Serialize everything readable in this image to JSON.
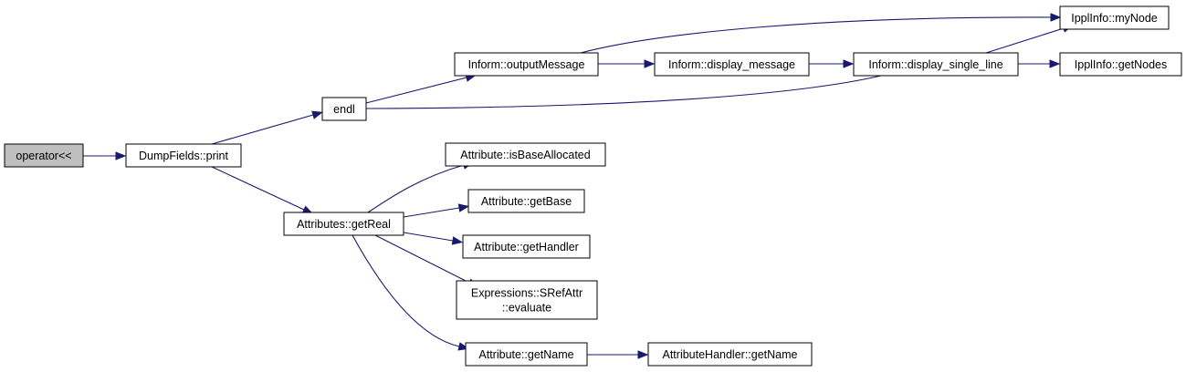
{
  "graph": {
    "edge_color": "#191970",
    "root_fill": "#bfbfbf",
    "node_fill": "#ffffff",
    "nodes": [
      {
        "id": "operator_ll",
        "lines": [
          "operator<<"
        ],
        "root": true
      },
      {
        "id": "dumpfields_print",
        "lines": [
          "DumpFields::print"
        ]
      },
      {
        "id": "endl",
        "lines": [
          "endl"
        ]
      },
      {
        "id": "inform_outputmessage",
        "lines": [
          "Inform::outputMessage"
        ]
      },
      {
        "id": "inform_display_message",
        "lines": [
          "Inform::display_message"
        ]
      },
      {
        "id": "inform_display_single_line",
        "lines": [
          "Inform::display_single_line"
        ]
      },
      {
        "id": "ipplinfo_mynode",
        "lines": [
          "IpplInfo::myNode"
        ]
      },
      {
        "id": "ipplinfo_getnodes",
        "lines": [
          "IpplInfo::getNodes"
        ]
      },
      {
        "id": "attributes_getreal",
        "lines": [
          "Attributes::getReal"
        ]
      },
      {
        "id": "attribute_isbaseallocated",
        "lines": [
          "Attribute::isBaseAllocated"
        ]
      },
      {
        "id": "attribute_getbase",
        "lines": [
          "Attribute::getBase"
        ]
      },
      {
        "id": "attribute_gethandler",
        "lines": [
          "Attribute::getHandler"
        ]
      },
      {
        "id": "expressions_srefattr_evaluate",
        "lines": [
          "Expressions::SRefAttr",
          "::evaluate"
        ]
      },
      {
        "id": "attribute_getname",
        "lines": [
          "Attribute::getName"
        ]
      },
      {
        "id": "attributehandler_getname",
        "lines": [
          "AttributeHandler::getName"
        ]
      }
    ],
    "edges": [
      {
        "from": "operator_ll",
        "to": "dumpfields_print"
      },
      {
        "from": "dumpfields_print",
        "to": "endl"
      },
      {
        "from": "dumpfields_print",
        "to": "attributes_getreal"
      },
      {
        "from": "endl",
        "to": "inform_outputmessage"
      },
      {
        "from": "inform_outputmessage",
        "to": "inform_display_message"
      },
      {
        "from": "inform_outputmessage",
        "to": "ipplinfo_mynode"
      },
      {
        "from": "inform_display_message",
        "to": "inform_display_single_line"
      },
      {
        "from": "inform_display_single_line",
        "to": "endl"
      },
      {
        "from": "inform_display_single_line",
        "to": "ipplinfo_mynode"
      },
      {
        "from": "inform_display_single_line",
        "to": "ipplinfo_getnodes"
      },
      {
        "from": "attributes_getreal",
        "to": "attribute_isbaseallocated"
      },
      {
        "from": "attributes_getreal",
        "to": "attribute_getbase"
      },
      {
        "from": "attributes_getreal",
        "to": "attribute_gethandler"
      },
      {
        "from": "attributes_getreal",
        "to": "expressions_srefattr_evaluate"
      },
      {
        "from": "attributes_getreal",
        "to": "attribute_getname"
      },
      {
        "from": "attribute_getname",
        "to": "attributehandler_getname"
      }
    ]
  }
}
